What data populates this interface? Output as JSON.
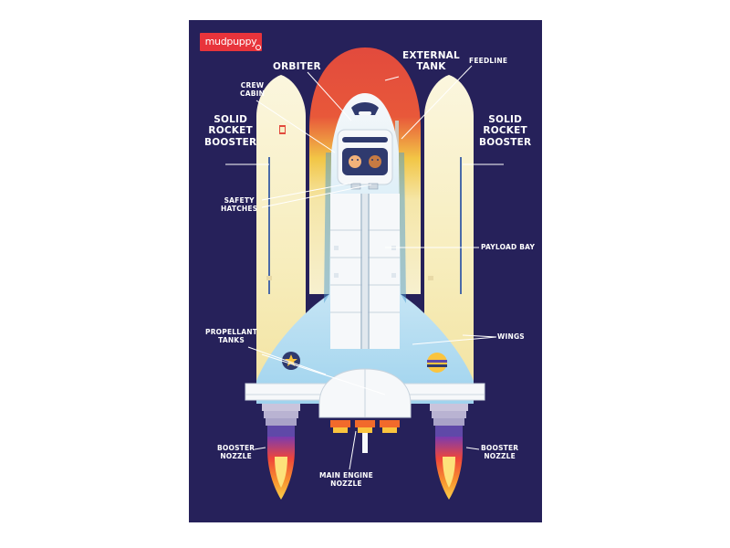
{
  "brand": {
    "logo_text": "mudpuppy"
  },
  "colors": {
    "background": "#26215a",
    "logo_red": "#e8343b",
    "external_tank_red": "#e24a3d",
    "external_tank_yellow": "#f2c646",
    "booster_cream": "#f7efc6",
    "orbiter_white": "#f4f7f9",
    "orbiter_blue": "#a8d8ef",
    "flame_orange": "#f26a2b",
    "flame_yellow": "#fbc43e",
    "nozzle_purple": "#5f49a8"
  },
  "labels": {
    "orbiter": "ORBITER",
    "external_tank": "EXTERNAL\nTANK",
    "feedline": "FEEDLINE",
    "crew_cabin": "CREW\nCABIN",
    "srb_left": "SOLID\nROCKET\nBOOSTER",
    "srb_right": "SOLID\nROCKET\nBOOSTER",
    "safety_hatches": "SAFETY\nHATCHES",
    "payload_bay": "PAYLOAD BAY",
    "propellant_tanks": "PROPELLANT\nTANKS",
    "wings": "WINGS",
    "booster_nozzle_left": "BOOSTER\nNOZZLE",
    "booster_nozzle_right": "BOOSTER\nNOZZLE",
    "main_engine_nozzle": "MAIN ENGINE\nNOZZLE"
  }
}
